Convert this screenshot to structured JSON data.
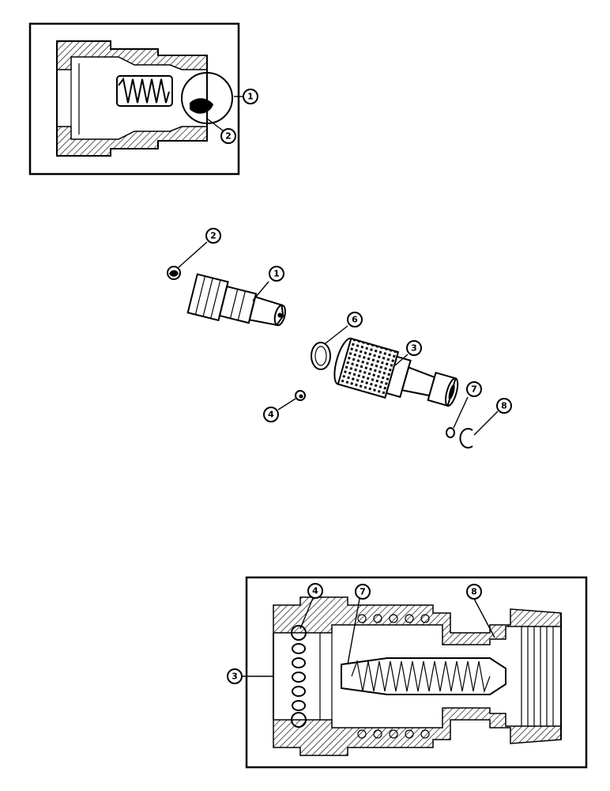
{
  "callouts": {
    "top_1": "1",
    "top_2": "2",
    "mid_2": "2",
    "mid_1": "1",
    "mid_6": "6",
    "mid_3": "3",
    "mid_4": "4",
    "mid_7": "7",
    "mid_8": "8",
    "bot_3": "3",
    "bot_4": "4",
    "bot_7": "7",
    "bot_8": "8"
  }
}
